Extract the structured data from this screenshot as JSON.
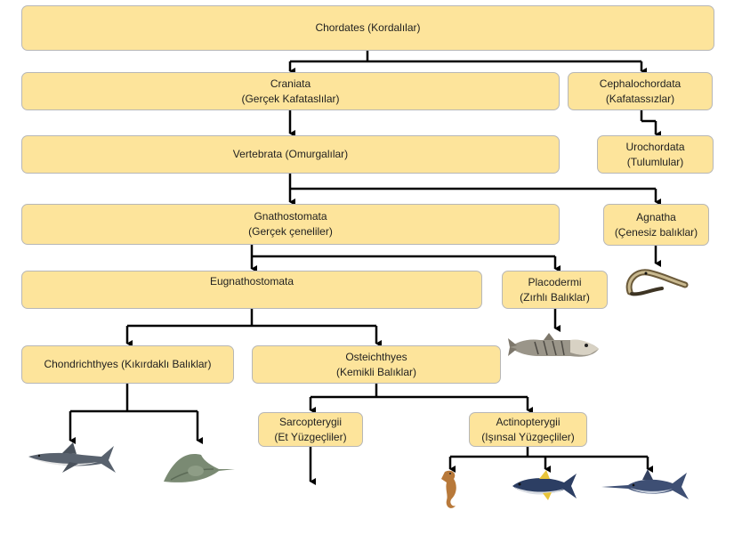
{
  "nodes": {
    "chordates": {
      "line1": "Chordates (Kordalılar)"
    },
    "craniata": {
      "line1": "Craniata",
      "line2": "(Gerçek Kafataslılar)"
    },
    "cephalochordata": {
      "line1": "Cephalochordata",
      "line2": "(Kafatassızlar)"
    },
    "urochordata": {
      "line1": "Urochordata",
      "line2": "(Tulumlular)"
    },
    "vertebrata": {
      "line1": "Vertebrata (Omurgalılar)"
    },
    "gnathostomata": {
      "line1": "Gnathostomata",
      "line2": "(Gerçek çeneliler)"
    },
    "agnatha": {
      "line1": "Agnatha",
      "line2": "(Çenesiz balıklar)"
    },
    "eugnathostomata": {
      "line1": "Eugnathostomata"
    },
    "placodermi": {
      "line1": "Placodermi",
      "line2": "(Zırhlı Balıklar)"
    },
    "chondrichthyes": {
      "line1": "Chondrichthyes (Kıkırdaklı Balıklar)"
    },
    "osteichthyes": {
      "line1": "Osteichthyes",
      "line2": "(Kemikli Balıklar)"
    },
    "sarcopterygii": {
      "line1": "Sarcopterygii",
      "line2": "(Et Yüzgeçliler)"
    },
    "actinopterygii": {
      "line1": "Actinopterygii",
      "line2": "(Işınsal Yüzgeçliler)"
    }
  },
  "colors": {
    "box_fill": "#fde49b",
    "box_border": "#b7b7b7",
    "connector": "#000000"
  },
  "animals": [
    "lamprey-image",
    "placoderm-image",
    "shark-image",
    "ray-image",
    "seahorse-image",
    "tuna-image",
    "swordfish-image"
  ]
}
